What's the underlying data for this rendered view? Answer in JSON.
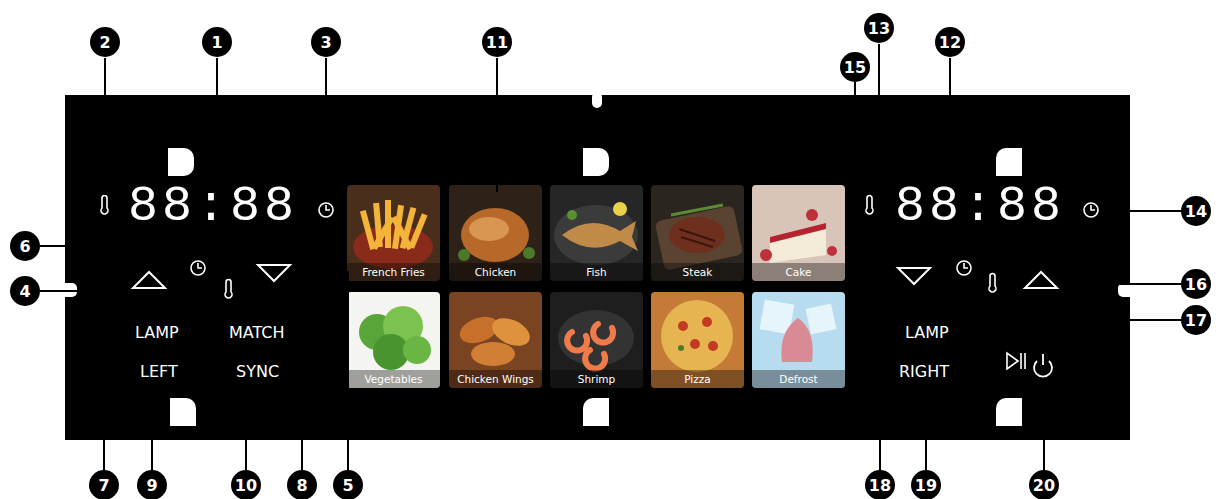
{
  "diagram": {
    "nodes": [
      {
        "text": [
          "French Fries"
        ]
      },
      {
        "text": [
          "Chicken"
        ]
      },
      {
        "text": [
          "Fish"
        ]
      },
      {
        "text": [
          "Steak"
        ]
      },
      {
        "text": [
          "Cake"
        ]
      },
      {
        "text": [
          "Vegetables"
        ]
      },
      {
        "text": [
          "Chicken Wings"
        ]
      },
      {
        "text": [
          "Shrimp"
        ]
      },
      {
        "text": [
          "Pizza"
        ]
      },
      {
        "text": [
          "Defrost"
        ]
      }
    ],
    "labels": [
      "1",
      "2",
      "3",
      "11",
      "13",
      "12",
      "15",
      "14",
      "6",
      "4",
      "16",
      "17",
      "7",
      "9",
      "10",
      "8",
      "5",
      "18",
      "19",
      "20",
      "88:88",
      "88:88",
      "LAMP",
      "MATCH",
      "LEFT",
      "SYNC",
      "LAMP",
      "RIGHT"
    ]
  }
}
